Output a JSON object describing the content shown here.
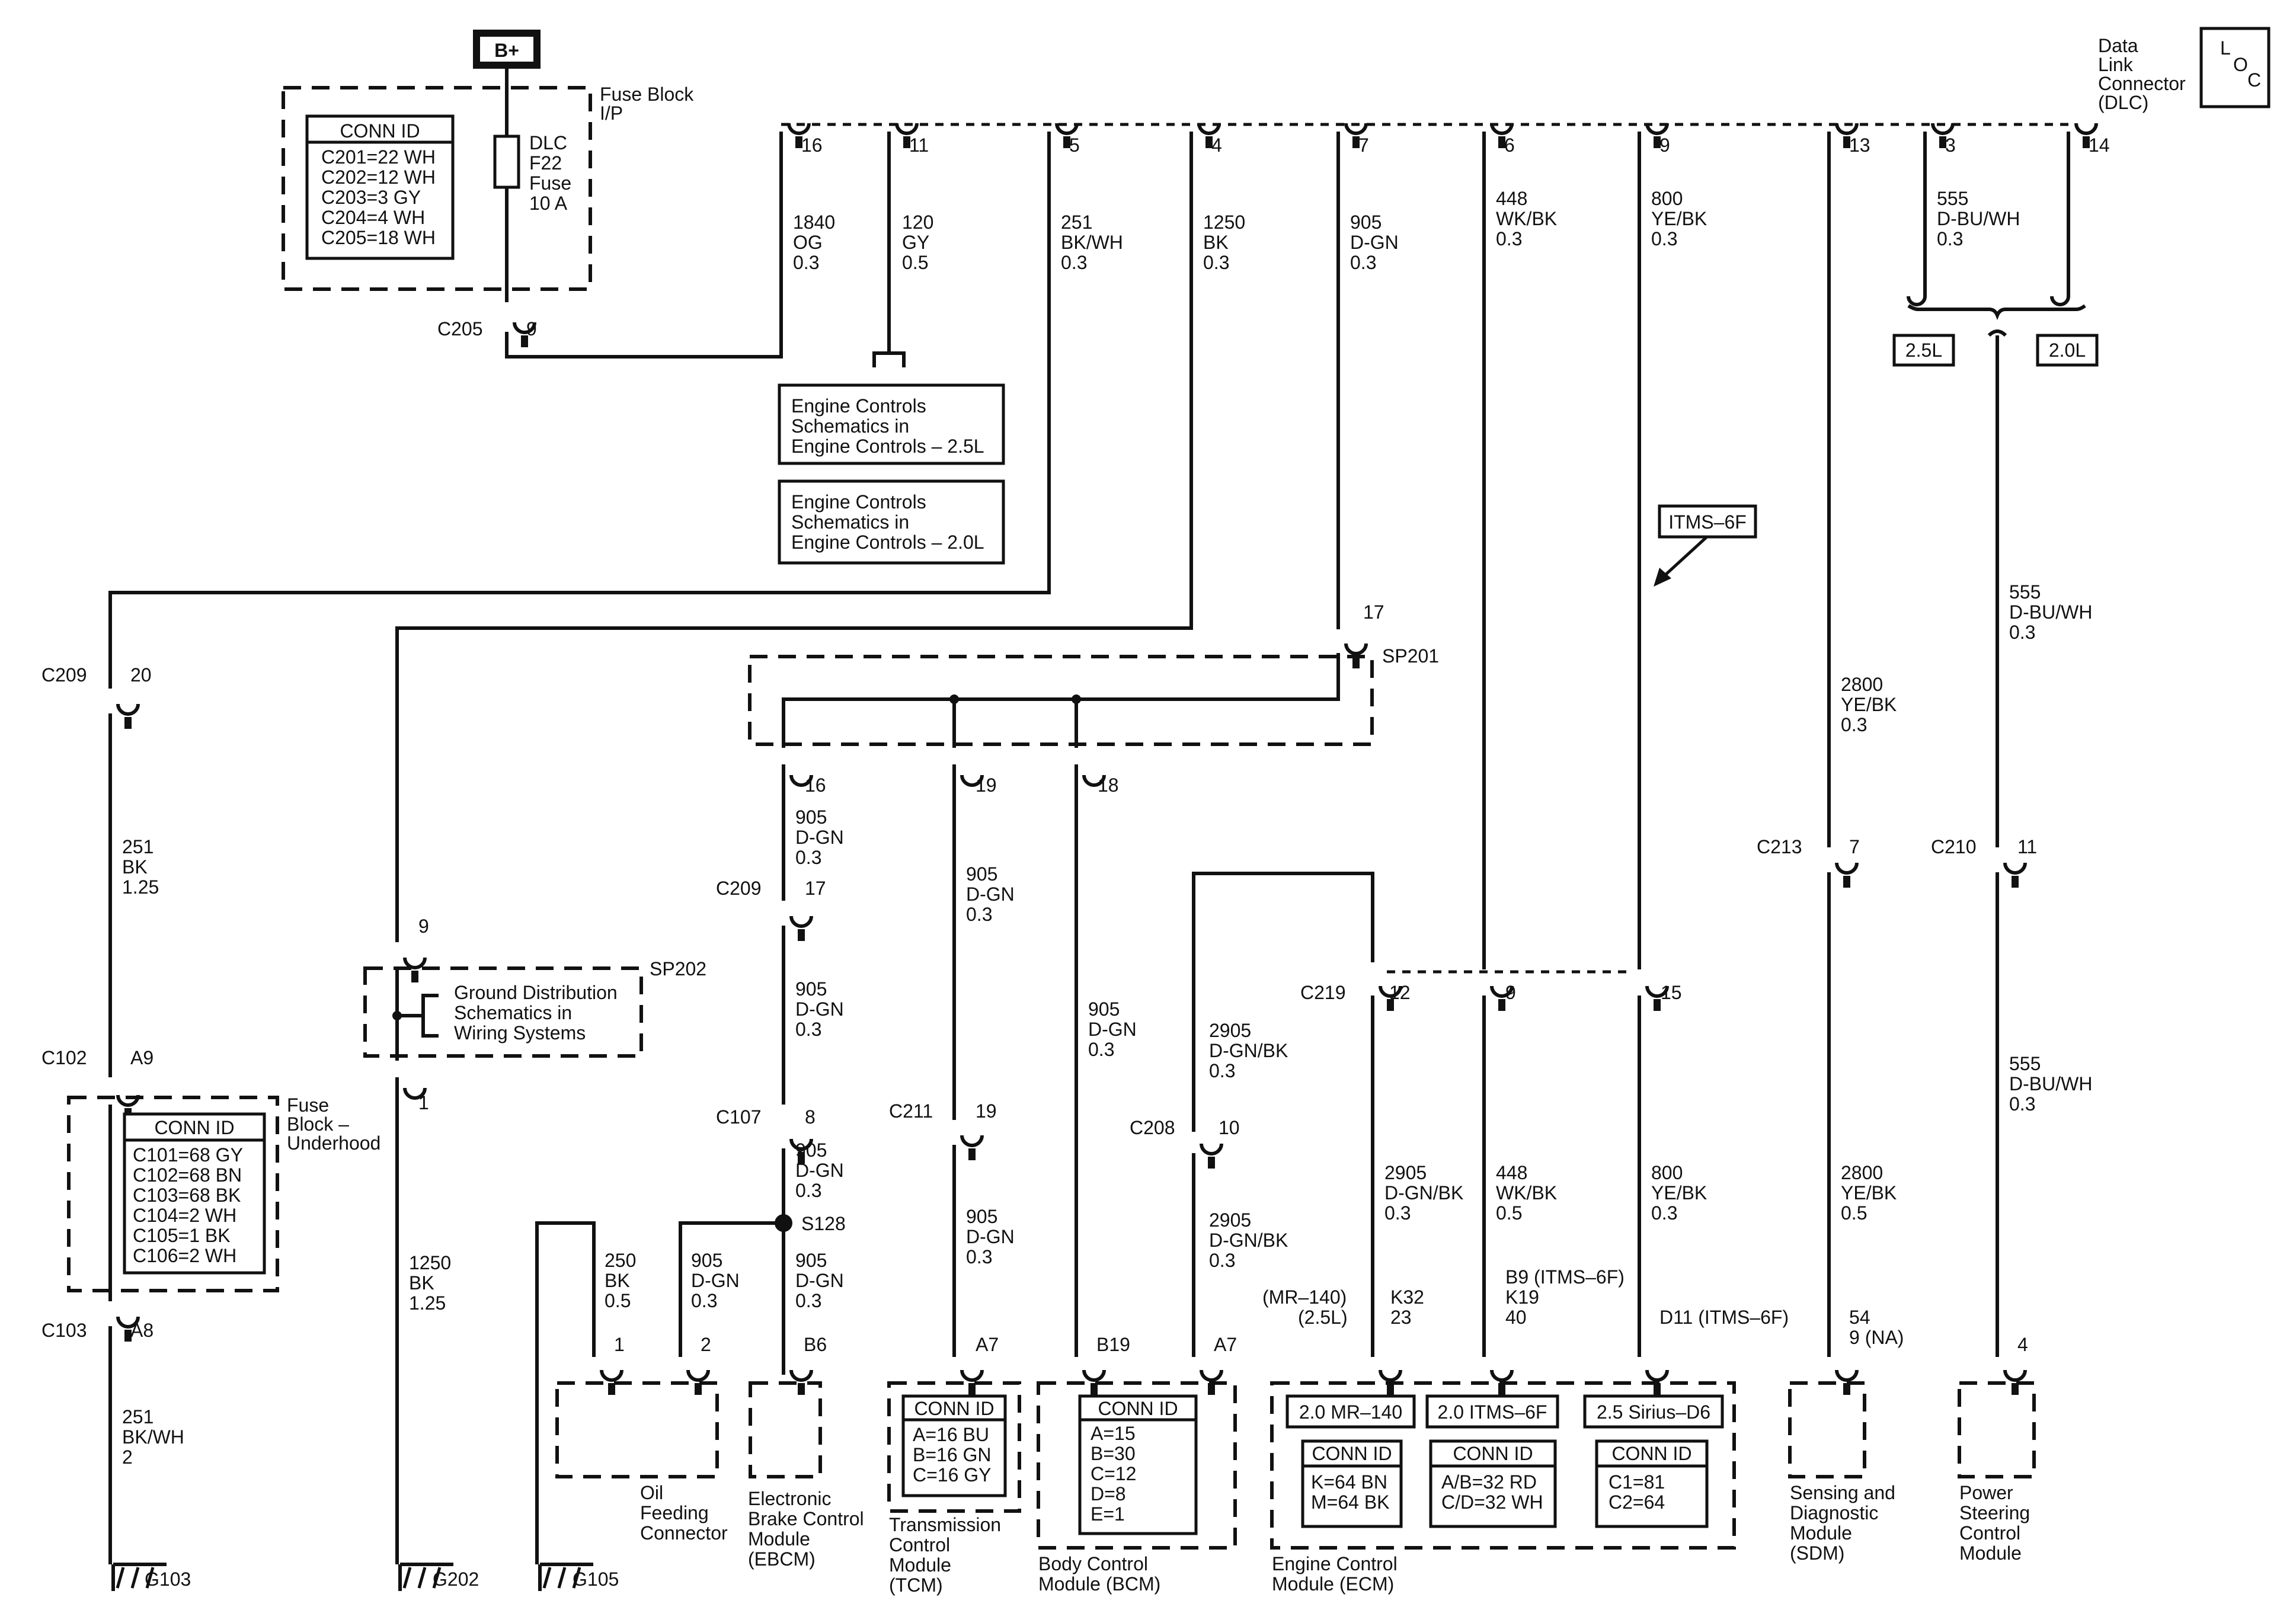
{
  "power": {
    "bplus": "B+"
  },
  "fuse_block_ip": {
    "title": [
      "Fuse Block",
      "I/P"
    ],
    "conn_id_header": "CONN ID",
    "conn_ids": [
      "C201=22 WH",
      "C202=12 WH",
      "C203=3 GY",
      "C204=4 WH",
      "C205=18 WH"
    ],
    "fuse_label": [
      "DLC",
      "F22",
      "Fuse",
      "10 A"
    ],
    "connector": "C205",
    "pin": "9"
  },
  "dlc": {
    "title": [
      "Data",
      "Link",
      "Connector",
      "(DLC)"
    ],
    "loc": [
      "L",
      "O",
      "C"
    ],
    "pins": [
      "16",
      "11",
      "5",
      "4",
      "7",
      "6",
      "9",
      "13",
      "3",
      "14"
    ]
  },
  "wires": {
    "w1840": [
      "1840",
      "OG",
      "0.3"
    ],
    "w120": [
      "120",
      "GY",
      "0.5"
    ],
    "w251": [
      "251",
      "BK/WH",
      "0.3"
    ],
    "w1250": [
      "1250",
      "BK",
      "0.3"
    ],
    "w905": [
      "905",
      "D-GN",
      "0.3"
    ],
    "w448": [
      "448",
      "WK/BK",
      "0.3"
    ],
    "w800": [
      "800",
      "YE/BK",
      "0.3"
    ],
    "w555": [
      "555",
      "D-BU/WH",
      "0.3"
    ],
    "w2800": [
      "2800",
      "YE/BK",
      "0.3"
    ],
    "w555b": [
      "555",
      "D-BU/WH",
      "0.3"
    ],
    "w555c": [
      "555",
      "D-BU/WH",
      "0.3"
    ],
    "w251bk": [
      "251",
      "BK",
      "1.25"
    ],
    "w251bkwh": [
      "251",
      "BK/WH",
      "2"
    ],
    "w1250bk": [
      "1250",
      "BK",
      "1.25"
    ],
    "w905a": [
      "905",
      "D-GN",
      "0.3"
    ],
    "w905b": [
      "905",
      "D-GN",
      "0.3"
    ],
    "w905c": [
      "905",
      "D-GN",
      "0.3"
    ],
    "w905d": [
      "905",
      "D-GN",
      "0.3"
    ],
    "w905e": [
      "905",
      "D-GN",
      "0.3"
    ],
    "w905f": [
      "905",
      "D-GN",
      "0.3"
    ],
    "w905g": [
      "905",
      "D-GN",
      "0.3"
    ],
    "w905h": [
      "905",
      "D-GN",
      "0.3"
    ],
    "w250": [
      "250",
      "BK",
      "0.5"
    ],
    "w2905a": [
      "2905",
      "D-GN/BK",
      "0.3"
    ],
    "w2905b": [
      "2905",
      "D-GN/BK",
      "0.3"
    ],
    "w2905c": [
      "2905",
      "D-GN/BK",
      "0.3"
    ],
    "w448b": [
      "448",
      "WK/BK",
      "0.5"
    ],
    "w800b": [
      "800",
      "YE/BK",
      "0.3"
    ],
    "w2800b": [
      "2800",
      "YE/BK",
      "0.5"
    ]
  },
  "engine_refs": {
    "ref25": [
      "Engine Controls",
      "Schematics in",
      "Engine Controls – 2.5L"
    ],
    "ref20": [
      "Engine Controls",
      "Schematics in",
      "Engine Controls – 2.0L"
    ]
  },
  "engine_opts": {
    "opt25": "2.5L",
    "opt20": "2.0L"
  },
  "itms": "ITMS–6F",
  "splices": {
    "sp201": "SP201",
    "sp202": "SP202",
    "s128": "S128"
  },
  "ground_dist": [
    "Ground Distribution",
    "Schematics in",
    "Wiring Systems"
  ],
  "connectors": {
    "c209_left": {
      "id": "C209",
      "pin": "20"
    },
    "c102": {
      "id": "C102",
      "pin": "A9"
    },
    "c103": {
      "id": "C103",
      "pin": "A8"
    },
    "sp202_top": "9",
    "sp202_bot": "1",
    "sp201_in": "17",
    "sp201_out": [
      "16",
      "19",
      "18"
    ],
    "c209_mid": {
      "id": "C209",
      "pin": "17"
    },
    "c107": {
      "id": "C107",
      "pin": "8"
    },
    "c211": {
      "id": "C211",
      "pin": "19"
    },
    "c208": {
      "id": "C208",
      "pin": "10"
    },
    "c219": {
      "id": "C219",
      "pins": [
        "12",
        "9",
        "15"
      ]
    },
    "c213": {
      "id": "C213",
      "pin": "7"
    },
    "c210": {
      "id": "C210",
      "pin": "11"
    }
  },
  "fuse_block_uh": {
    "title": [
      "Fuse",
      "Block –",
      "Underhood"
    ],
    "conn_id_header": "CONN ID",
    "conn_ids": [
      "C101=68 GY",
      "C102=68 BN",
      "C103=68 BK",
      "C104=2 WH",
      "C105=1 BK",
      "C106=2 WH"
    ]
  },
  "grounds": {
    "g103": "G103",
    "g202": "G202",
    "g105": "G105"
  },
  "modules": {
    "oil": {
      "title": [
        "Oil",
        "Feeding",
        "Connector"
      ],
      "pins": [
        "1",
        "2"
      ]
    },
    "ebcm": {
      "title": [
        "Electronic",
        "Brake Control",
        "Module",
        "(EBCM)"
      ],
      "pin": "B6"
    },
    "tcm": {
      "title": [
        "Transmission",
        "Control",
        "Module",
        "(TCM)"
      ],
      "pin": "A7",
      "conn_id_header": "CONN ID",
      "conn_ids": [
        "A=16 BU",
        "B=16 GN",
        "C=16 GY"
      ]
    },
    "bcm": {
      "title": [
        "Body Control",
        "Module (BCM)"
      ],
      "pins": [
        "B19",
        "A7"
      ],
      "conn_id_header": "CONN ID",
      "conn_ids": [
        "A=15",
        "B=30",
        "C=12",
        "D=8",
        "E=1"
      ]
    },
    "ecm": {
      "title": [
        "Engine Control",
        "Module (ECM)"
      ],
      "pin_k32": [
        "(MR–140)",
        "(2.5L)",
        "K32",
        "23"
      ],
      "pin_b9": [
        "B9 (ITMS–6F)",
        "K19",
        "40"
      ],
      "pin_d11": "D11 (ITMS–6F)",
      "variants": [
        "2.0 MR–140",
        "2.0 ITMS–6F",
        "2.5 Sirius–D6"
      ],
      "conn_id_header": "CONN ID",
      "conn_mr": [
        "K=64 BN",
        "M=64 BK"
      ],
      "conn_itms": [
        "A/B=32 RD",
        "C/D=32 WH"
      ],
      "conn_sirius": [
        "C1=81",
        "C2=64"
      ]
    },
    "sdm": {
      "title": [
        "Sensing and",
        "Diagnostic",
        "Module",
        "(SDM)"
      ],
      "pin": [
        "54",
        "9 (NA)"
      ]
    },
    "psc": {
      "title": [
        "Power",
        "Steering",
        "Control",
        "Module"
      ],
      "pin": "4"
    }
  }
}
